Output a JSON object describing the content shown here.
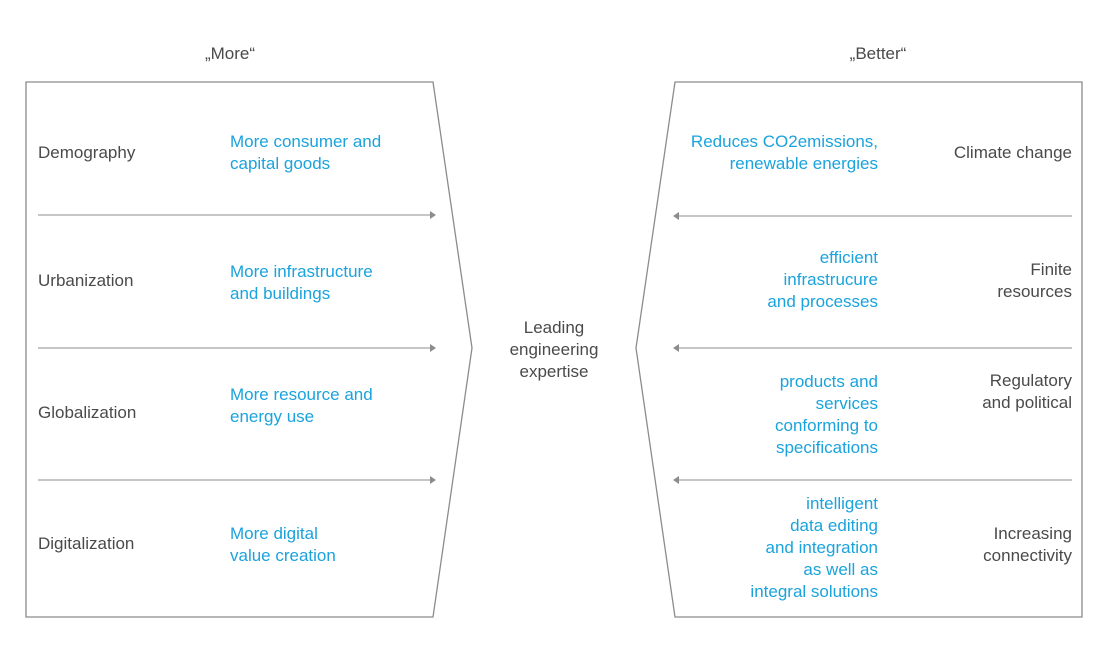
{
  "left_panel": {
    "heading": "„More“",
    "rows": [
      {
        "driver": "Demography",
        "effect": "More consumer and\ncapital goods"
      },
      {
        "driver": "Urbanization",
        "effect": "More infrastructure\nand buildings"
      },
      {
        "driver": "Globalization",
        "effect": "More resource and\nenergy use"
      },
      {
        "driver": "Digitalization",
        "effect": "More digital\nvalue creation"
      }
    ]
  },
  "center": {
    "label": "Leading\nengineering\nexpertise"
  },
  "right_panel": {
    "heading": "„Better“",
    "rows": [
      {
        "effect": "Reduces CO2emissions,\nrenewable energies",
        "driver": "Climate change"
      },
      {
        "effect": "efficient\ninfrastrucure\nand processes",
        "driver": "Finite\nresources"
      },
      {
        "effect": "products and\nservices\nconforming to\nspecifications",
        "driver": "Regulatory\nand political"
      },
      {
        "effect": "intelligent\ndata editing\nand integration\nas well as\nintegral solutions",
        "driver": "Increasing\nconnectivity"
      }
    ]
  },
  "colors": {
    "text": "#4a4a4a",
    "accent": "#1aa3dc",
    "line": "#8c8c8c"
  }
}
